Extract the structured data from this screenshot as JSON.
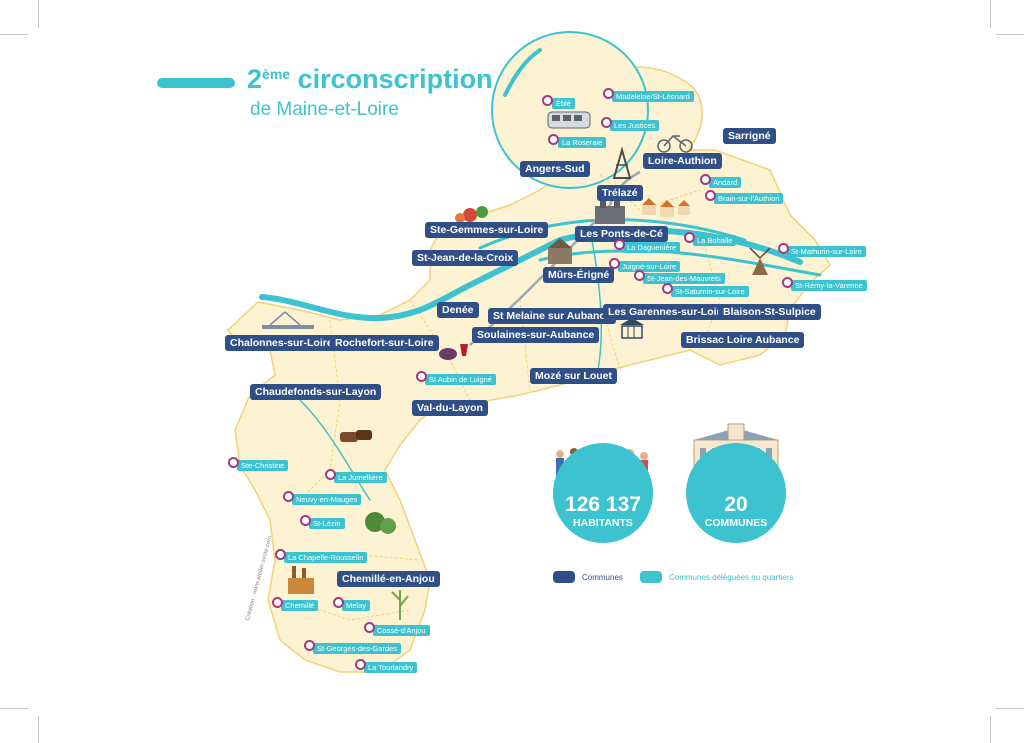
{
  "title": {
    "main_prefix": "2",
    "main_sup": "ème",
    "main_rest": " circonscription",
    "subtitle": "de Maine-et-Loire"
  },
  "communes": [
    "Sarrigné",
    "Loire-Authion",
    "Angers-Sud",
    "Trélazé",
    "Ste-Gemmes-sur-Loire",
    "Les Ponts-de-Cé",
    "St-Jean-de-la-Croix",
    "Mûrs-Érigné",
    "Denée",
    "St Melaine sur Aubance",
    "Les Garennes-sur-Loire",
    "Blaison-St-Sulpice",
    "Chalonnes-sur-Loire",
    "Rochefort-sur-Loire",
    "Soulaines-sur-Aubance",
    "Brissac Loire Aubance",
    "Chaudefonds-sur-Layon",
    "Mozé sur Louet",
    "Val-du-Layon",
    "Chemillé-en-Anjou"
  ],
  "communes_deleguees": [
    "Éblé",
    "Madeleine/St-Léonard",
    "Les Justices",
    "La Roseraie",
    "Andard",
    "Brain-sur-l'Authion",
    "La Daguenière",
    "La Bohalle",
    "St-Mathurin-sur-Loire",
    "Juigné-sur-Loire",
    "St-Jean-des-Mauvrets",
    "St-Saturnin-sur-Loire",
    "St-Rémy-la-Varenne",
    "St Aubin de Luigné",
    "Ste-Christine",
    "La Jumellière",
    "Neuvy-en-Mauges",
    "St-Lézin",
    "La Chapelle-Rousselin",
    "Chemillé",
    "Melay",
    "Cossé-d'Anjou",
    "St-Georges-des-Gardes",
    "La Tourlandry"
  ],
  "stats": [
    {
      "value": "126 137",
      "label": "HABITANTS"
    },
    {
      "value": "20",
      "label": "COMMUNES"
    }
  ],
  "legend": {
    "communes": "Communes",
    "deleguees": "Communes déléguées ou quartiers"
  },
  "colors": {
    "commune": "#2f4f86",
    "deleguee": "#3cc3cf",
    "pin": "#a23a7f",
    "land": "#fdf3d2",
    "river": "#3cc3cf"
  },
  "credit": "Création : www.atelier-zeste.com"
}
